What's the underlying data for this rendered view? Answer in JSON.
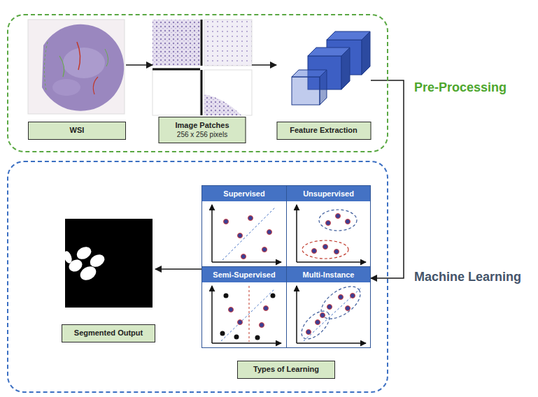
{
  "diagram": {
    "nodes": [
      {
        "text": [
          "Pre-Processing"
        ]
      },
      {
        "text": [
          "WSI"
        ],
        "in": 0
      },
      {
        "text": [
          "Image Patches",
          "256 x 256 pixels"
        ],
        "in": 0
      },
      {
        "text": [
          "Feature Extraction"
        ],
        "in": 0
      },
      {
        "text": [
          "Machine Learning"
        ]
      },
      {
        "text": [
          "Types of Learning"
        ],
        "in": 4
      },
      {
        "text": [
          "Supervised"
        ],
        "in": 5
      },
      {
        "text": [
          "Unsupervised"
        ],
        "in": 5
      },
      {
        "text": [
          "Semi-Supervised"
        ],
        "in": 5
      },
      {
        "text": [
          "Multi-Instance"
        ],
        "in": 5
      },
      {
        "text": [
          "Segmented Output"
        ],
        "in": 4
      }
    ],
    "edges": [
      {
        "from": 1,
        "to": 2,
        "arrow": "to"
      },
      {
        "from": 2,
        "to": 3,
        "arrow": "to"
      },
      {
        "from": 3,
        "to": 5,
        "arrow": "to"
      },
      {
        "from": 5,
        "to": 10,
        "arrow": "to"
      }
    ]
  }
}
